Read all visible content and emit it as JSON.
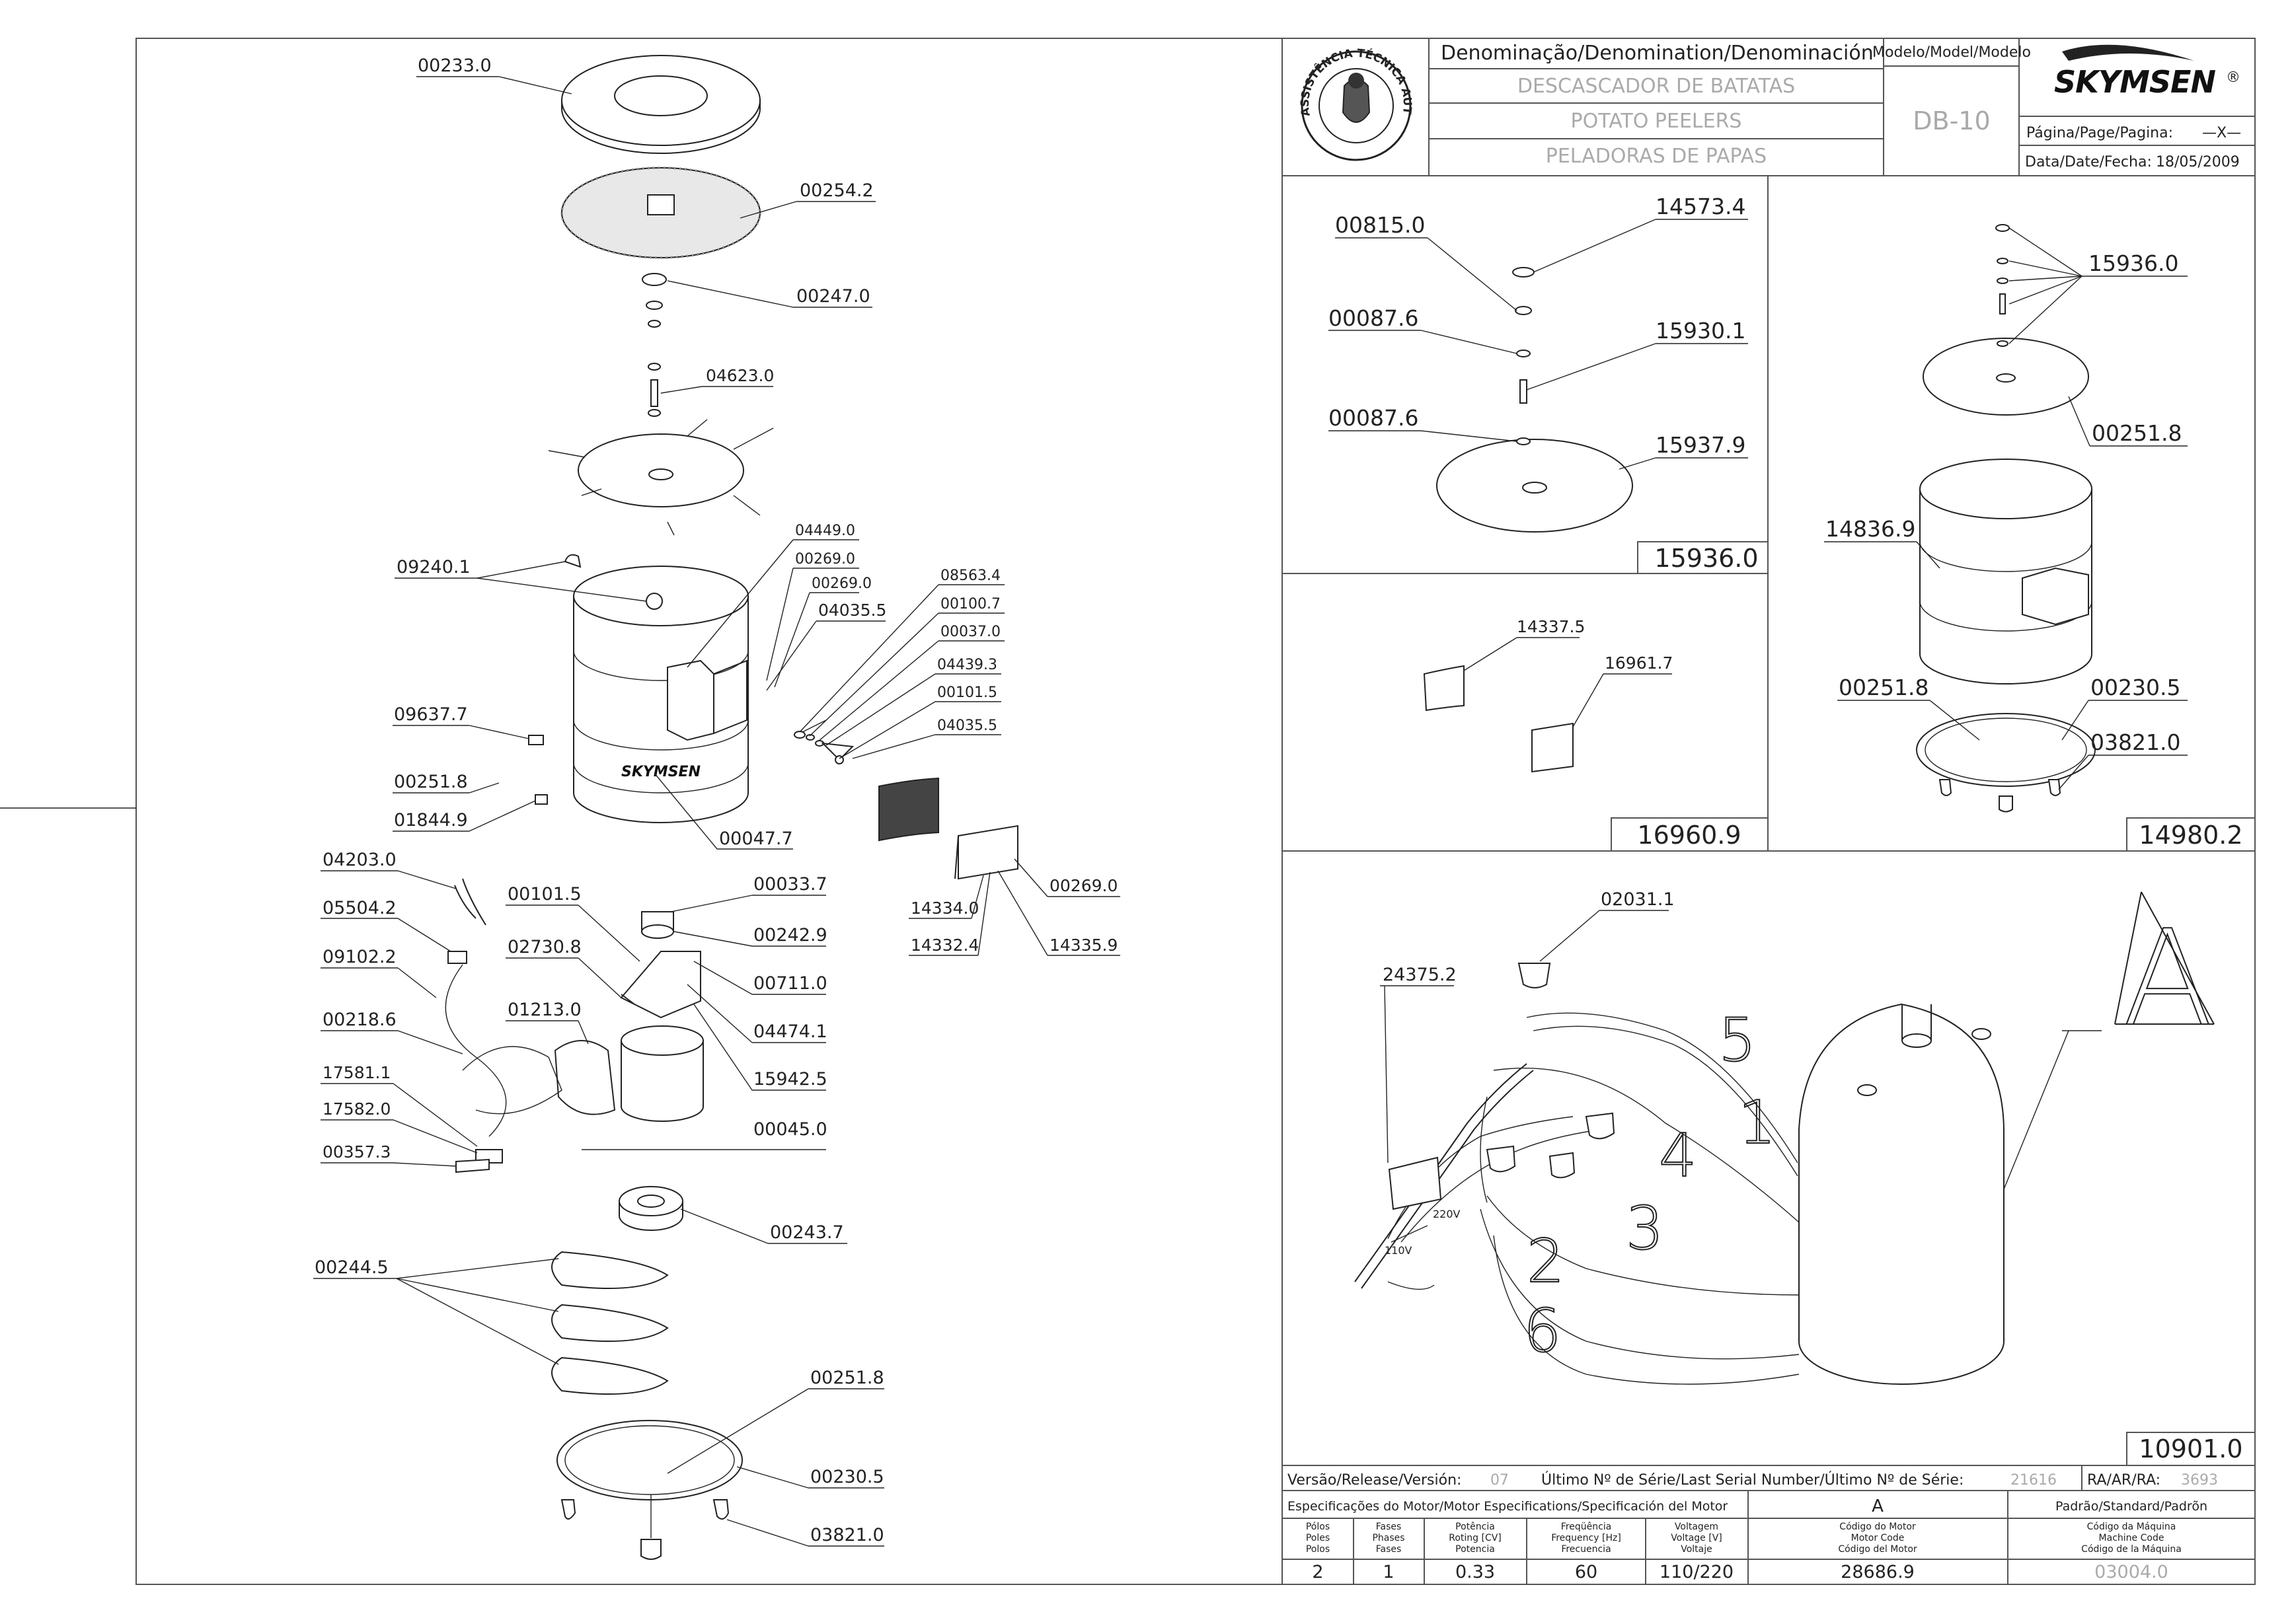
{
  "title_block": {
    "denomination_header": "Denominação/Denomination/Denominación",
    "name_pt": "DESCASCADOR DE BATATAS",
    "name_en": "POTATO PEELERS",
    "name_es": "PELADORAS DE PAPAS",
    "model_header": "Modelo/Model/Modelo",
    "model": "DB-10",
    "brand": "SKYMSEN",
    "brand_mark": "®",
    "page_label": "Página/Page/Pagina:",
    "page_value": "—X—",
    "date_label": "Data/Date/Fecha:",
    "date_value": "18/05/2009",
    "seal_text": "ASSISTÊNCIA TÉCNICA AUTORIZADA"
  },
  "main_assembly_labels": [
    "00233.0",
    "00254.2",
    "00247.0",
    "04623.0",
    "04449.0",
    "00269.0",
    "00269.0",
    "04035.5",
    "08563.4",
    "00100.7",
    "00037.0",
    "04439.3",
    "00101.5",
    "04035.5",
    "09240.1",
    "09637.7",
    "00251.8",
    "01844.9",
    "00047.7",
    "04203.0",
    "05504.2",
    "09102.2",
    "00218.6",
    "17581.1",
    "17582.0",
    "00357.3",
    "00101.5",
    "02730.8",
    "01213.0",
    "00033.7",
    "00242.9",
    "00711.0",
    "04474.1",
    "15942.5",
    "00045.0",
    "14334.0",
    "14332.4",
    "00269.0",
    "14335.9",
    "00243.7",
    "00244.5",
    "00251.8",
    "00230.5",
    "03821.0"
  ],
  "body_logo": "SKYMSEN",
  "subassembly_15936": {
    "labels": [
      "00815.0",
      "14573.4",
      "00087.6",
      "15930.1",
      "00087.6",
      "15937.9"
    ],
    "code": "15936.0"
  },
  "subassembly_16960": {
    "labels": [
      "14337.5",
      "16961.7"
    ],
    "code": "16960.9"
  },
  "subassembly_14980": {
    "labels": [
      "15936.0",
      "00251.8",
      "14836.9",
      "00251.8",
      "00230.5",
      "03821.0"
    ],
    "code": "14980.2"
  },
  "motor_detail": {
    "labels": [
      "02031.1",
      "24375.2"
    ],
    "voltage_220": "220V",
    "voltage_110": "110V",
    "terminal_numbers": [
      "5",
      "4",
      "1",
      "3",
      "2",
      "6"
    ],
    "detail_letter": "A",
    "code": "10901.0"
  },
  "footer": {
    "release_label": "Versão/Release/Versión:",
    "release_value": "07",
    "serial_label": "Último Nº de Série/Last Serial Number/Último Nº de Série:",
    "serial_value": "21616",
    "ra_label": "RA/AR/RA:",
    "ra_value": "3693",
    "motor_spec_label": "Especificações do Motor/Motor Especifications/Specificación del Motor",
    "motor_spec_letter": "A",
    "standard_label": "Padrão/Standard/Padrõn",
    "columns": [
      {
        "header": [
          "Pólos",
          "Poles",
          "Polos"
        ],
        "value": "2"
      },
      {
        "header": [
          "Fases",
          "Phases",
          "Fases"
        ],
        "value": "1"
      },
      {
        "header": [
          "Potência",
          "Roting [CV]",
          "Potencia"
        ],
        "value": "0.33"
      },
      {
        "header": [
          "Freqüência",
          "Frequency [Hz]",
          "Frecuencia"
        ],
        "value": "60"
      },
      {
        "header": [
          "Voltagem",
          "Voltage [V]",
          "Voltaje"
        ],
        "value": "110/220"
      },
      {
        "header": [
          "Código do Motor",
          "Motor Code",
          "Código del Motor"
        ],
        "value": "28686.9"
      },
      {
        "header": [
          "Código da Máquina",
          "Machine Code",
          "Código de la Máquina"
        ],
        "value": "03004.0"
      }
    ]
  }
}
